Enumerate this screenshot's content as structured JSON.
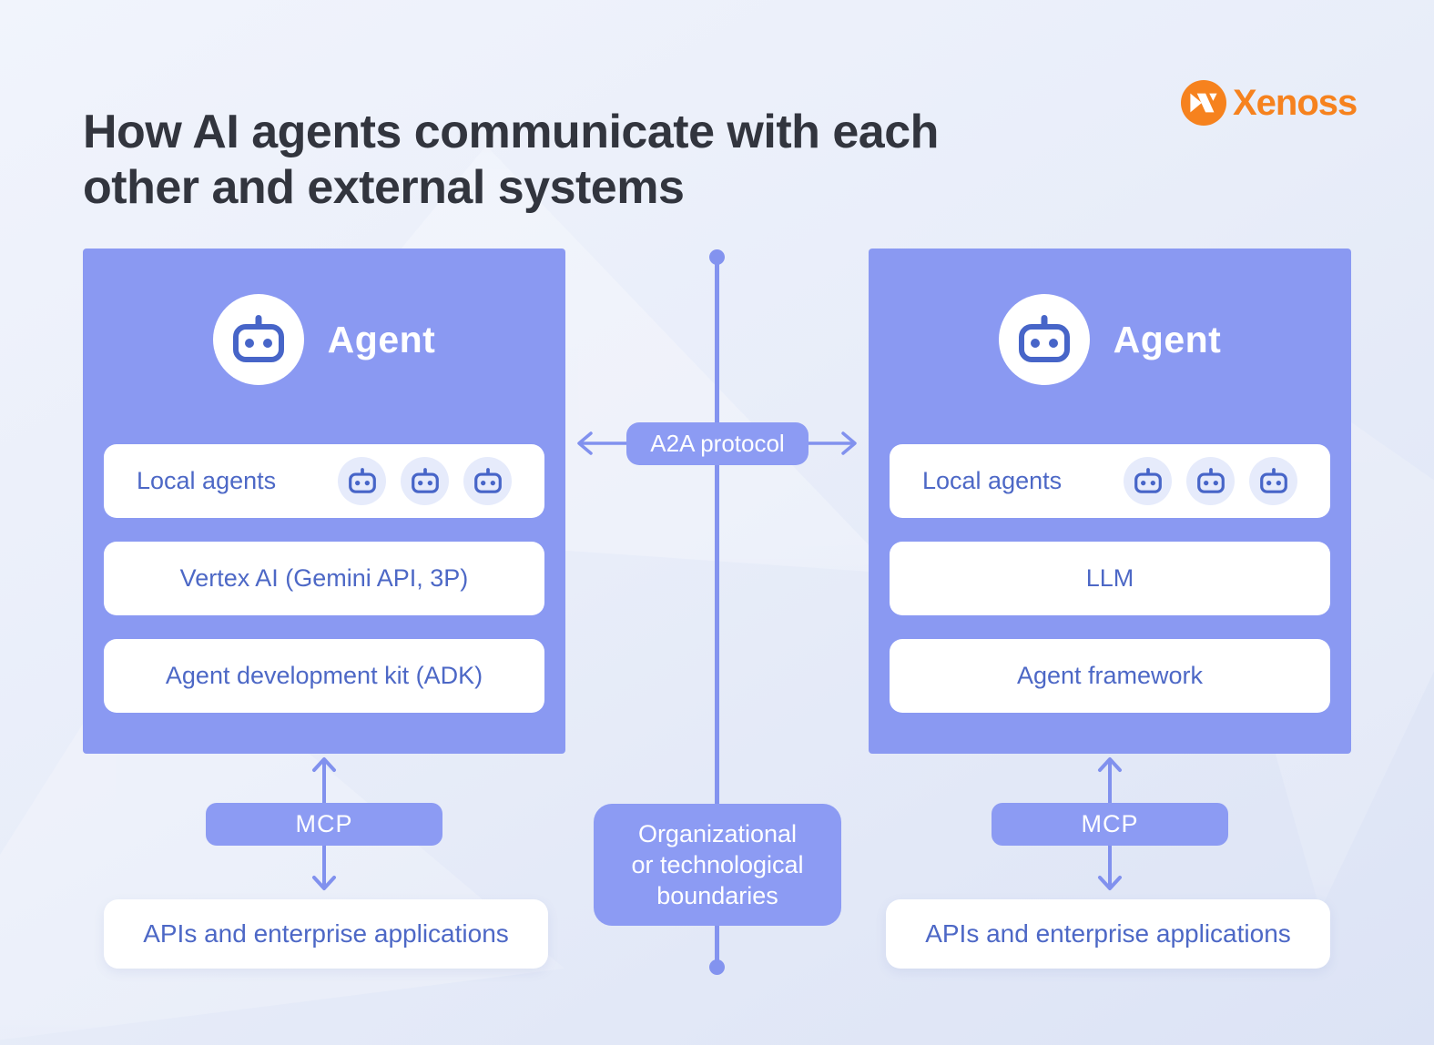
{
  "title": {
    "text": "How AI agents communicate with each other and external systems"
  },
  "logo": {
    "text": "Xenoss",
    "color": "#F6821E"
  },
  "colors": {
    "panel_purple": "#8A99F2",
    "badge_purple": "#8C9BF3",
    "arrow_line": "#8191EE",
    "label_blue": "#4D68C6",
    "robot_icon_blue": "#4765C8",
    "title_text": "#32353E",
    "chip_background": "#E6EBFB",
    "box_white": "#FFFFFF"
  },
  "center": {
    "a2a_label": "A2A protocol",
    "boundary_line1": "Organizational",
    "boundary_line2": "or technological",
    "boundary_line3": "boundaries"
  },
  "panels": {
    "left": {
      "header": "Agent",
      "rows": {
        "local": "Local agents",
        "middle": "Vertex AI (Gemini API, 3P)",
        "bottom": "Agent development kit (ADK)"
      },
      "mcp": "MCP",
      "external": "APIs and enterprise applications"
    },
    "right": {
      "header": "Agent",
      "rows": {
        "local": "Local agents",
        "middle": "LLM",
        "bottom": "Agent framework"
      },
      "mcp": "MCP",
      "external": "APIs and enterprise applications"
    }
  }
}
